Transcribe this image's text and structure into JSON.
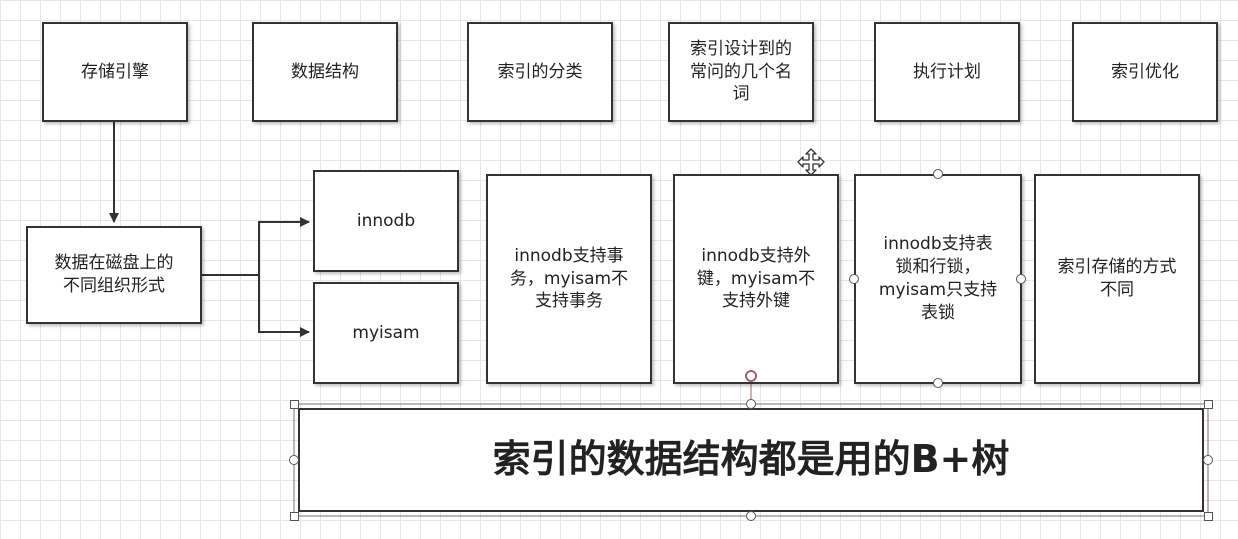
{
  "top_row": {
    "storage_engine": "存储引擎",
    "data_structure": "数据结构",
    "index_classification": "索引的分类",
    "index_terms": "索引设计到的\n常问的几个名\n词",
    "execution_plan": "执行计划",
    "index_optimization": "索引优化"
  },
  "storage_engine_detail": {
    "description": "数据在磁盘上的\n不同组织形式",
    "innodb": "innodb",
    "myisam": "myisam"
  },
  "differences": {
    "transactions": "innodb支持事\n务，myisam不\n支持事务",
    "foreign_keys": "innodb支持外\n键，myisam不\n支持外键",
    "locks": "innodb支持表\n锁和行锁，\nmyisam只支持\n表锁",
    "index_storage": "索引存储的方式\n不同"
  },
  "conclusion": "索引的数据结构都是用的B+树",
  "colors": {
    "border": "#333333",
    "grid": "#e6e6e6",
    "rotate_handle": "#a0646b"
  }
}
